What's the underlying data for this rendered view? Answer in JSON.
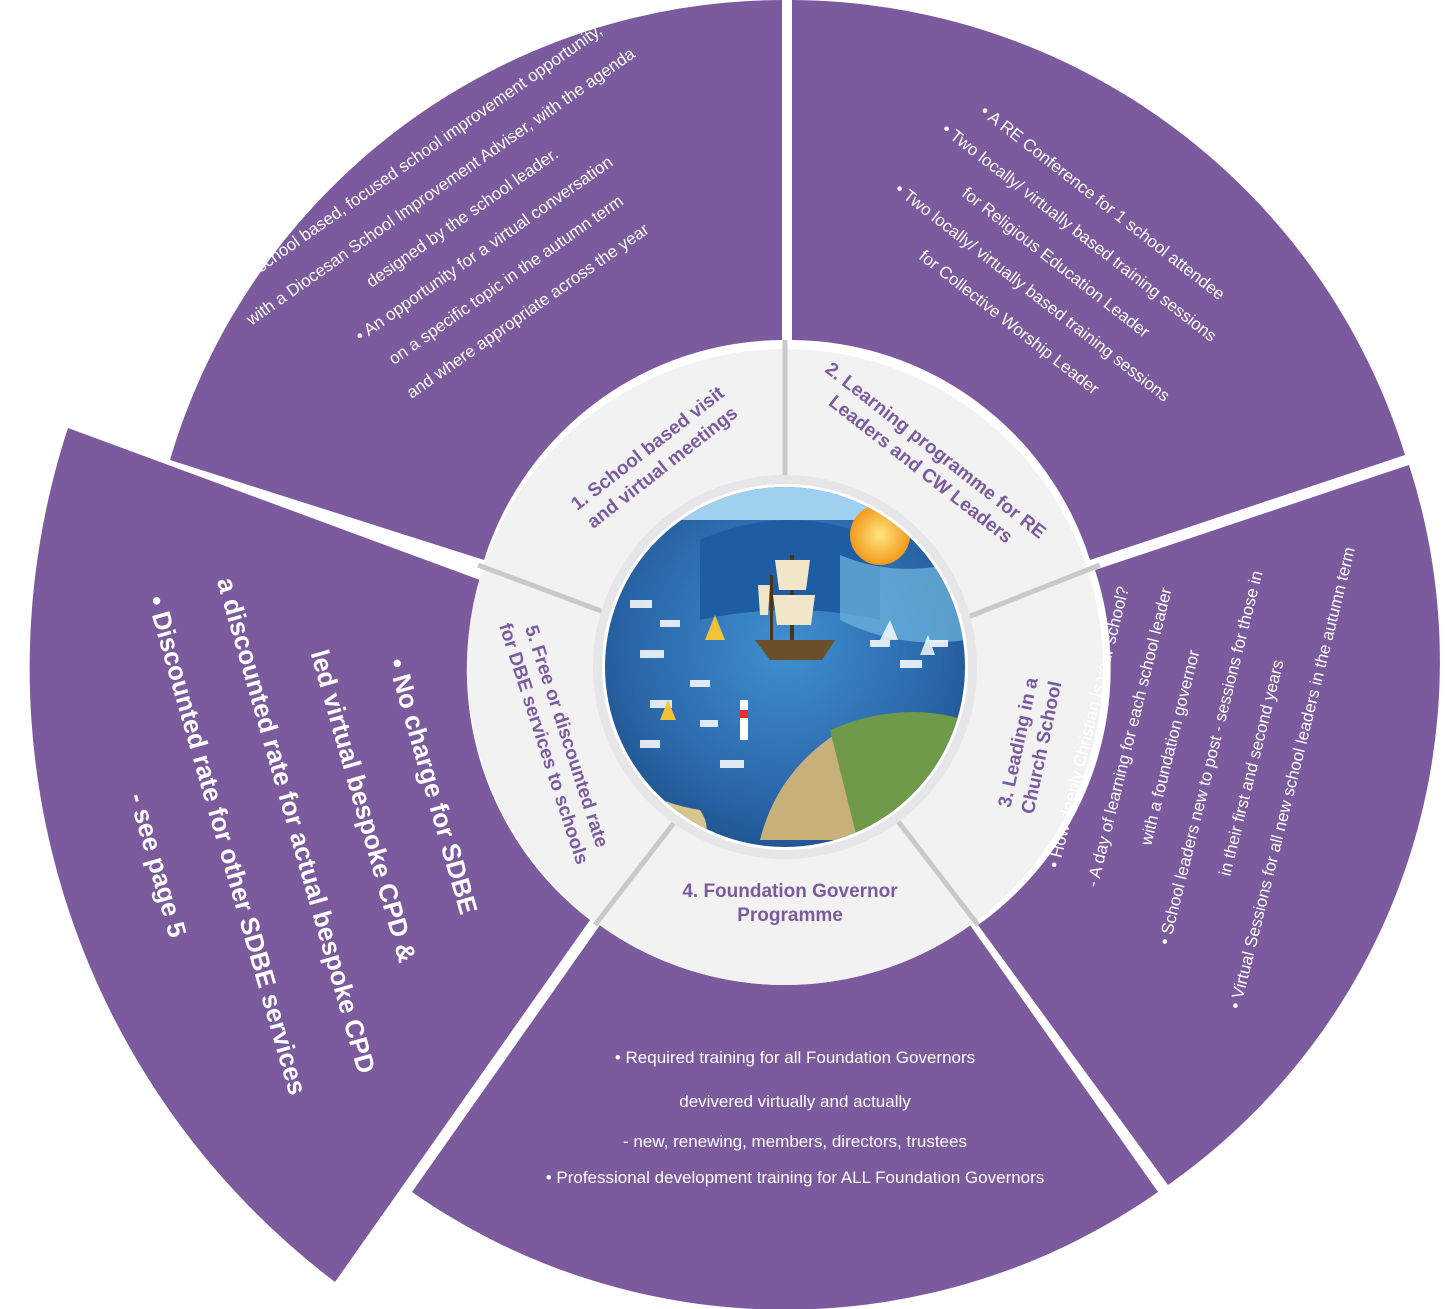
{
  "colors": {
    "segment_purple": "#7b5b9e",
    "inner_ring": "#f2f2f3",
    "divider": "#c9c9cc",
    "label_purple": "#7b5b9e",
    "sea_blue": "#2f73b7"
  },
  "center_image": {
    "icon": "ship-painting-icon"
  },
  "segments": [
    {
      "title": "1. School based visit and virtual meetings",
      "title_lines": [
        "1. School based visit",
        "and virtual meetings"
      ],
      "bullets": [
        "• A school based, focused school improvement opportunity,",
        "with a Diocesan School Improvement Adviser, with the agenda",
        "designed by the school leader.",
        "• An opportunity for a virtual conversation",
        "on a specific topic in the autumn term",
        "and where appropriate across the year"
      ]
    },
    {
      "title": "2. Learning programme for RE Leaders and CW Leaders",
      "title_lines": [
        "2. Learning programme for RE",
        "Leaders and CW Leaders"
      ],
      "bullets": [
        "• A RE Conference for 1 school attendee",
        "• Two locally/ virtually based training sessions",
        "for Religious Education Leader",
        "• Two locally/ virtually based training sessions",
        "for Collective Worship Leader"
      ]
    },
    {
      "title": "3. Leading in a Church School",
      "title_lines": [
        "3. Leading in a",
        "Church School"
      ],
      "bullets": [
        "• How deeply Christian is your school?",
        "- A day of learning for each school leader",
        "with a foundation governor",
        "• School leaders new to post - sessions for those in",
        "in their first and second years",
        "• Virtual Sessions for all new school leaders in the autumn term"
      ]
    },
    {
      "title": "4. Foundation Governor Programme",
      "title_lines": [
        "4. Foundation Governor",
        "Programme"
      ],
      "bullets": [
        "• Required training for all Foundation Governors",
        "devivered virtually and actually",
        "- new, renewing, members, directors, trustees",
        "• Professional development training for ALL Foundation Governors"
      ]
    },
    {
      "title": "5. Free or discounted rate for DBE services to schools",
      "title_lines": [
        "5. Free or discounted rate",
        "for DBE services to schools"
      ],
      "bullets": [
        "• No charge for SDBE",
        "led virtual bespoke CPD &",
        "a discounted rate for actual bespoke CPD",
        "• Discounted rate for other SDBE services",
        "- see page 5"
      ]
    }
  ]
}
